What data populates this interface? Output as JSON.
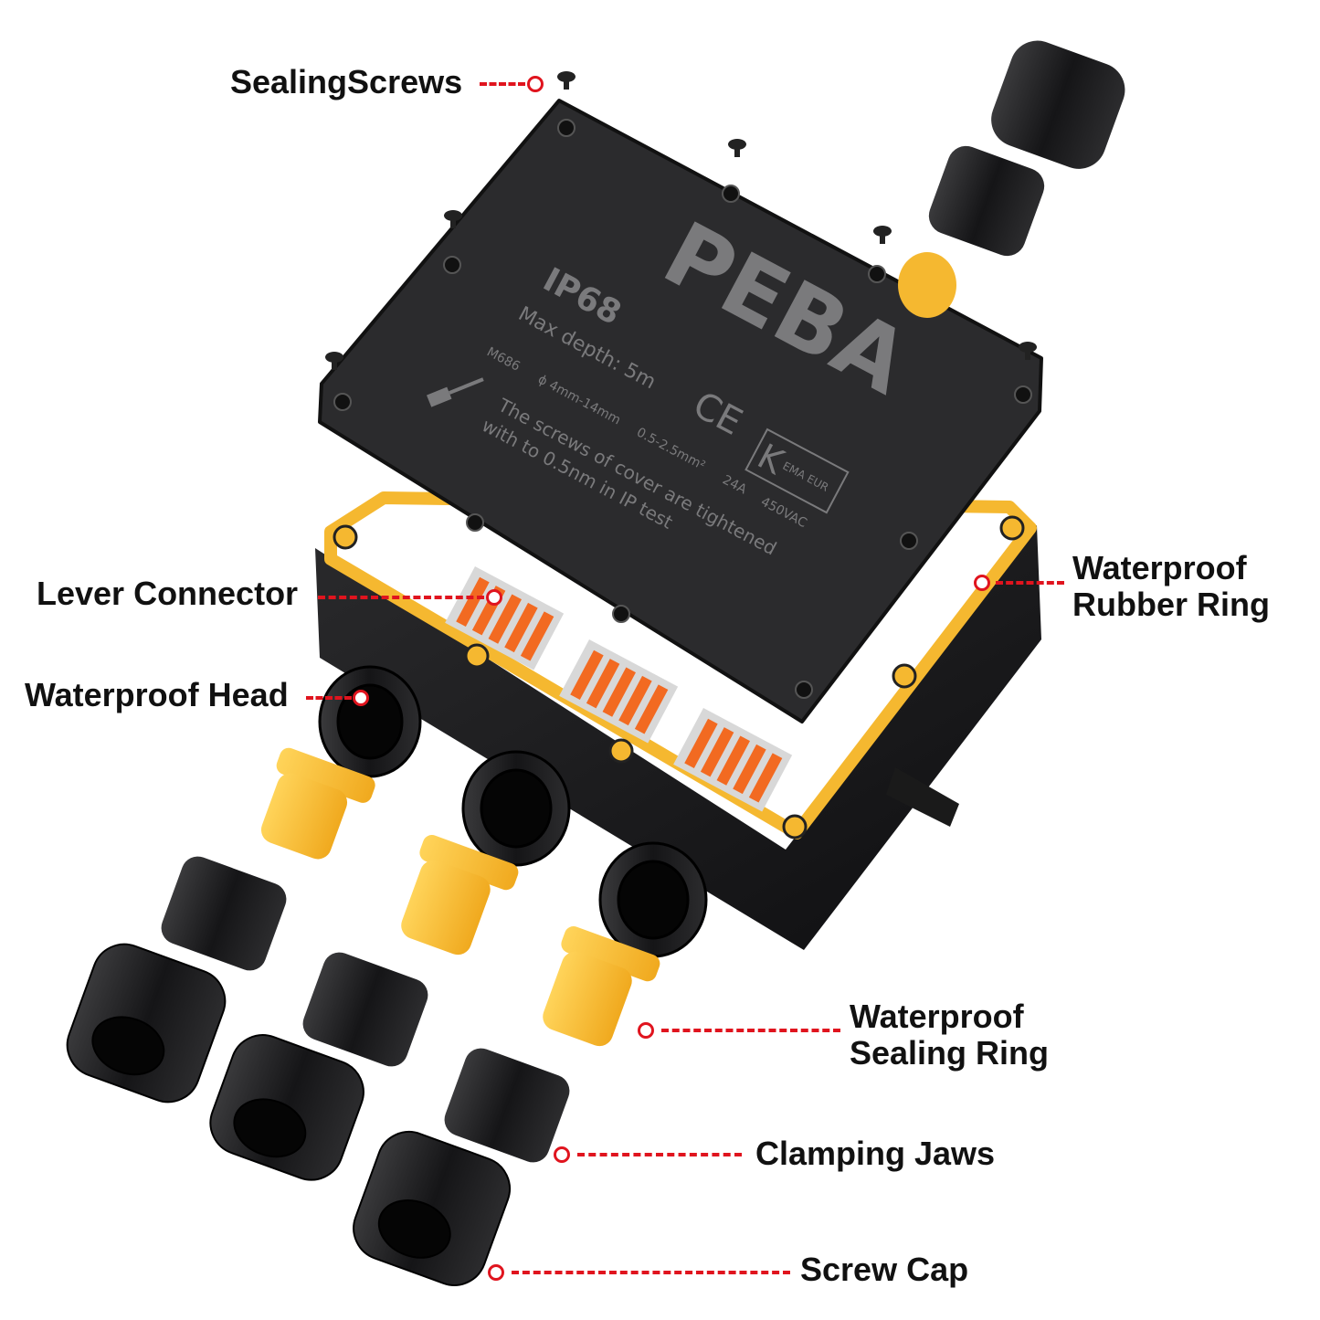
{
  "labels": {
    "sealing_screws": "SealingScrews",
    "lever_connector": "Lever Connector",
    "waterproof_head": "Waterproof Head",
    "rubber_ring_line1": "Waterproof",
    "rubber_ring_line2": "Rubber Ring",
    "sealing_ring_line1": "Waterproof",
    "sealing_ring_line2": "Sealing Ring",
    "clamping_jaws": "Clamping Jaws",
    "screw_cap": "Screw Cap"
  },
  "lid": {
    "brand": "PEBA",
    "rating": "IP68",
    "max_depth": "Max depth: 5m",
    "model": "M686",
    "cable_range": "ϕ 4mm-14mm",
    "wire_range": "0.5-2.5mm²",
    "current": "24A",
    "voltage": "450VAC",
    "ce_mark": "CE",
    "cert_k": "K",
    "cert_letters": "EMA EUR",
    "note_line1": "The screws of cover are tightened",
    "note_line2": "with to 0.5nm in IP test"
  },
  "colors": {
    "accent": "#e0141e",
    "gasket": "#f5b830",
    "body": "#1c1c1e",
    "lever": "#f26a21"
  }
}
